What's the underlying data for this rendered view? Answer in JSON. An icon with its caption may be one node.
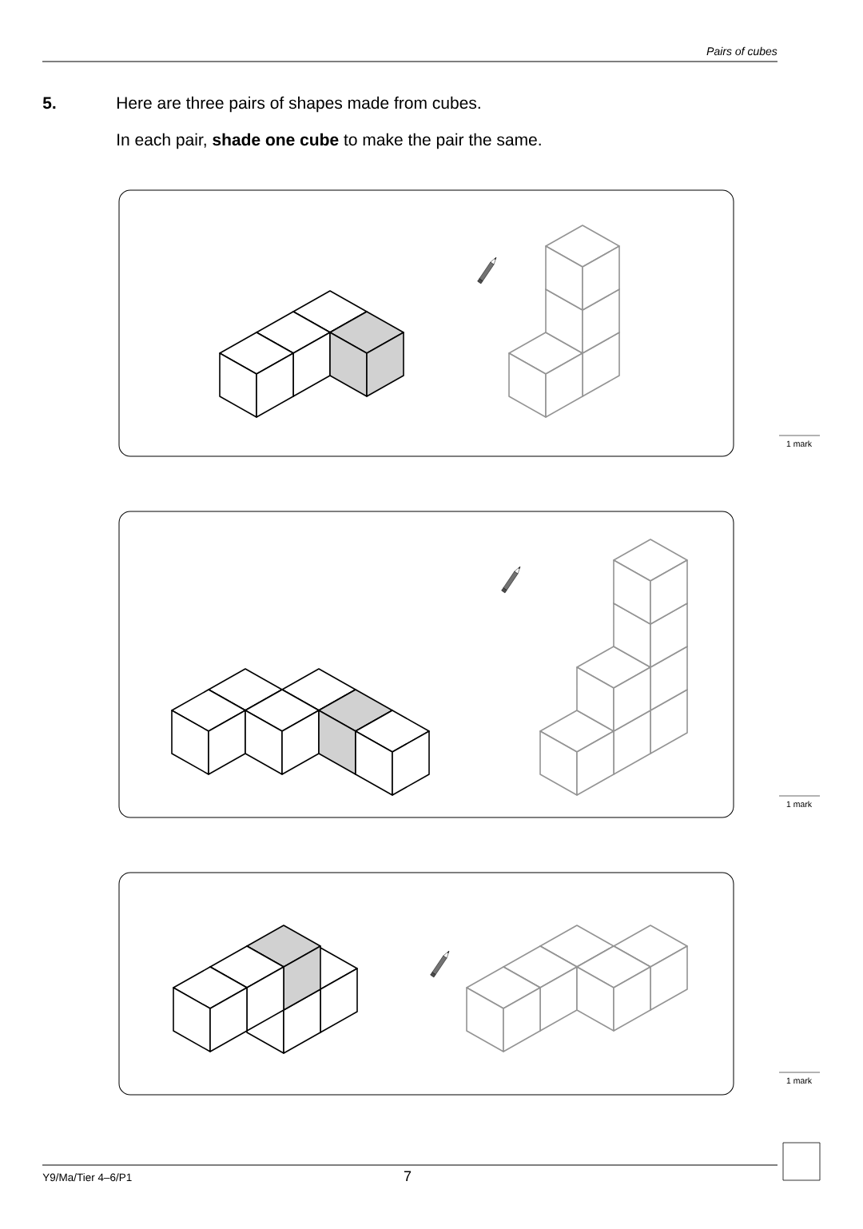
{
  "diagram": {
    "labels": [
      "Pairs of cubes",
      "5.",
      "Here are three pairs of shapes made from cubes.",
      "In each pair, **shade one cube** to make the pair the same.",
      "1 mark",
      "1 mark",
      "1 mark",
      "Y9/Ma/Tier 4–6/P1",
      "7"
    ]
  }
}
